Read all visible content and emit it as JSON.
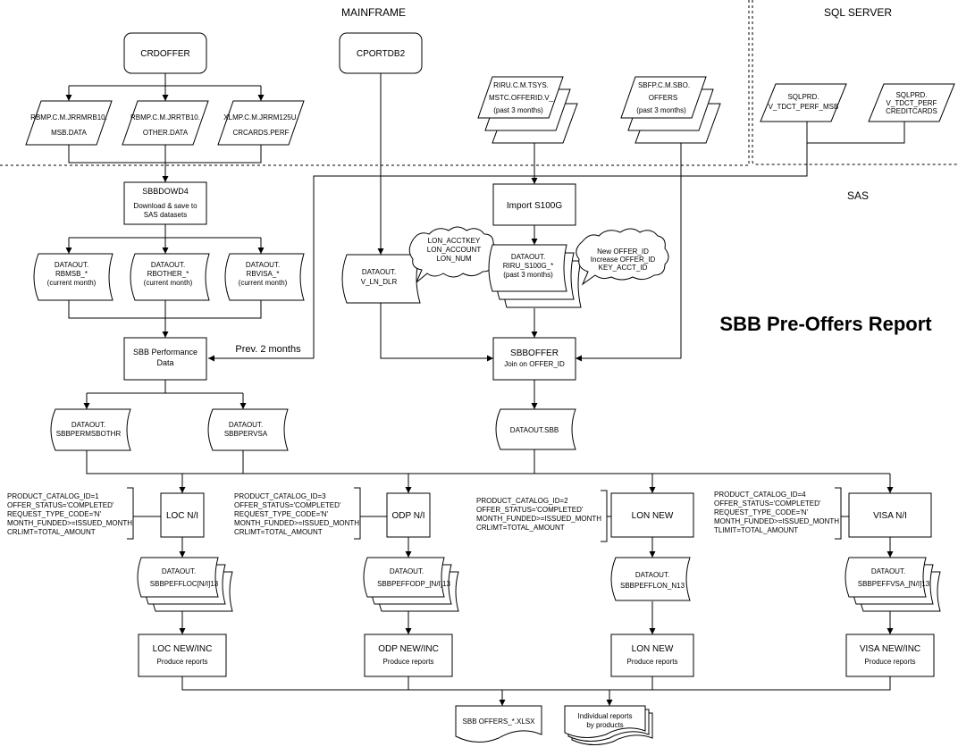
{
  "regions": {
    "mainframe": "MAINFRAME",
    "sql_server": "SQL SERVER",
    "sas": "SAS"
  },
  "title": "SBB Pre-Offers Report",
  "nodes": {
    "crdoffer": "CRDOFFER",
    "cportdb2": "CPORTDB2",
    "msb_data": [
      "RBMP.C.M.JRRMRB10.",
      "MSB.DATA"
    ],
    "other_data": [
      "RBMP.C.M.JRRTB10.",
      "OTHER.DATA"
    ],
    "crcards_perf": [
      "XLMP.C.M.JRRM125U.",
      "CRCARDS.PERF"
    ],
    "riru_offerid": [
      "RIRU.C.M.TSYS.",
      "MSTC.OFFERID.V_",
      "(past 3 months)"
    ],
    "sbfp_offers": [
      "SBFP.C.M.SBO.",
      "OFFERS",
      "(past 3 months)"
    ],
    "sqlprd_msb": [
      "SQLPRD.",
      "V_TDCT_PERF_MSB"
    ],
    "sqlprd_creditcards": [
      "SQLPRD.",
      "V_TDCT_PERF",
      "CREDITCARDS"
    ],
    "sbbdowd4": [
      "SBBDOWD4",
      "Download & save to",
      "SAS datasets"
    ],
    "import_s100g": "Import S100G",
    "dataout_rbmsb": [
      "DATAOUT.",
      "RBMSB_*",
      "(current month)"
    ],
    "dataout_rbother": [
      "DATAOUT.",
      "RBOTHER_*",
      "(current month)"
    ],
    "dataout_rbvisa": [
      "DATAOUT.",
      "RBVISA_*",
      "(current month)"
    ],
    "dataout_v_ln_dlr": [
      "DATAOUT.",
      "V_LN_DLR"
    ],
    "callout_lon": [
      "LON_ACCTKEY",
      "LON_ACCOUNT",
      "LON_NUM"
    ],
    "dataout_riru_s100g": [
      "DATAOUT.",
      "RIRU_S100G_*",
      "(past 3 months)"
    ],
    "callout_offer": [
      "New OFFER_ID",
      "Increase OFFER_ID",
      "KEY_ACCT_ID"
    ],
    "sbb_performance": [
      "SBB Performance",
      "Data"
    ],
    "prev_2_months": "Prev. 2 months",
    "sbboffer": [
      "SBBOFFER",
      "Join on OFFER_ID"
    ],
    "dataout_sbbpermsbothr": [
      "DATAOUT.",
      "SBBPERMSBOTHR"
    ],
    "dataout_sbbpervsa": [
      "DATAOUT.",
      "SBBPERVSA"
    ],
    "dataout_sbb": "DATAOUT.SBB",
    "filter_loc": [
      "PRODUCT_CATALOG_ID=1",
      "OFFER_STATUS='COMPLETED'",
      "REQUEST_TYPE_CODE='N'",
      "MONTH_FUNDED>=ISSUED_MONTH",
      "CRLIMT=TOTAL_AMOUNT"
    ],
    "filter_odp": [
      "PRODUCT_CATALOG_ID=3",
      "OFFER_STATUS='COMPLETED'",
      "REQUEST_TYPE_CODE='N'",
      "MONTH_FUNDED>=ISSUED_MONTH",
      "CRLIMT=TOTAL_AMOUNT"
    ],
    "filter_lon": [
      "PRODUCT_CATALOG_ID=2",
      "OFFER_STATUS='COMPLETED'",
      "MONTH_FUNDED>=ISSUED_MONTH",
      "CRLIMT=TOTAL_AMOUNT"
    ],
    "filter_visa": [
      "PRODUCT_CATALOG_ID=4",
      "OFFER_STATUS='COMPLETED'",
      "REQUEST_TYPE_CODE='N'",
      "MONTH_FUNDED>=ISSUED_MONTH",
      "TLIMIT=TOTAL_AMOUNT"
    ],
    "loc_ni": "LOC N/I",
    "odp_ni": "ODP N/I",
    "lon_new": "LON NEW",
    "visa_ni": "VISA N/I",
    "dataout_loc": [
      "DATAOUT.",
      "SBBPEFFLOC[N/I]13"
    ],
    "dataout_odp": [
      "DATAOUT.",
      "SBBPEFFODP_[N/I]13"
    ],
    "dataout_lon": [
      "DATAOUT.",
      "SBBPEFFLON_N13"
    ],
    "dataout_visa": [
      "DATAOUT.",
      "SBBPEFFVSA_[N/I]13"
    ],
    "loc_report": [
      "LOC NEW/INC",
      "Produce reports"
    ],
    "odp_report": [
      "ODP NEW/INC",
      "Produce reports"
    ],
    "lon_report": [
      "LON NEW",
      "Produce reports"
    ],
    "visa_report": [
      "VISA NEW/INC",
      "Produce reports"
    ],
    "sbb_offers_xlsx": "SBB OFFERS_*.XLSX",
    "individual_reports": [
      "Individual reports",
      "by products"
    ]
  }
}
